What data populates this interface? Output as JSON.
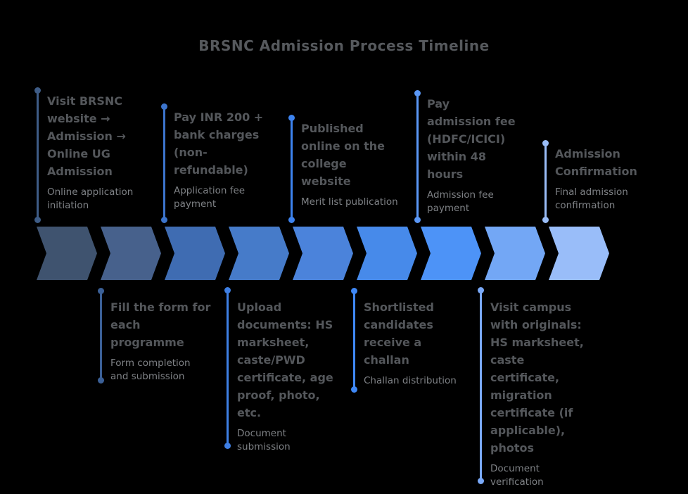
{
  "title": "BRSNC Admission Process Timeline",
  "colors": {
    "background": "#000000",
    "title_text": "#56595D",
    "milestone_title_text": "#54575B",
    "milestone_subtitle_text": "#7E8185"
  },
  "chevrons": [
    {
      "name": "step-1-arrow",
      "color": "#3F536F"
    },
    {
      "name": "step-2-arrow",
      "color": "#47618C"
    },
    {
      "name": "step-3-arrow",
      "color": "#3F6CB2"
    },
    {
      "name": "step-4-arrow",
      "color": "#467BC9"
    },
    {
      "name": "step-5-arrow",
      "color": "#4B83DB"
    },
    {
      "name": "step-6-arrow",
      "color": "#478AEA"
    },
    {
      "name": "step-7-arrow",
      "color": "#4D93F7"
    },
    {
      "name": "step-8-arrow",
      "color": "#73A7F5"
    },
    {
      "name": "step-9-arrow",
      "color": "#99BDF9"
    }
  ],
  "milestones": [
    {
      "step": 1,
      "side": "top",
      "title": "Visit BRSNC\nwebsite →\nAdmission →\nOnline UG\nAdmission",
      "subtitle": "Online application\ninitiation",
      "line_color": "#3E5C86"
    },
    {
      "step": 2,
      "side": "bottom",
      "title": "Fill the form for\neach\nprogramme",
      "subtitle": "Form completion\nand submission",
      "line_color": "#3B6097"
    },
    {
      "step": 3,
      "side": "top",
      "title": "Pay INR 200 +\nbank charges\n(non-\nrefundable)",
      "subtitle": "Application fee\npayment",
      "line_color": "#3C74CC"
    },
    {
      "step": 4,
      "side": "bottom",
      "title": "Upload\ndocuments: HS\nmarksheet,\ncaste/PWD\ncertificate, age\nproof, photo,\netc.",
      "subtitle": "Document\nsubmission",
      "line_color": "#3E7FE4"
    },
    {
      "step": 5,
      "side": "top",
      "title": "Published\nonline on the\ncollege\nwebsite",
      "subtitle": "Merit list publication",
      "line_color": "#3D83EF"
    },
    {
      "step": 6,
      "side": "bottom",
      "title": "Shortlisted\ncandidates\nreceive a\nchallan",
      "subtitle": "Challan distribution",
      "line_color": "#3F88F6"
    },
    {
      "step": 7,
      "side": "top",
      "title": "Pay\nadmission fee\n(HDFC/ICICI)\nwithin 48\nhours",
      "subtitle": "Admission fee\npayment",
      "line_color": "#5A97F6"
    },
    {
      "step": 8,
      "side": "bottom",
      "title": "Visit campus\nwith originals:\nHS marksheet,\ncaste\ncertificate,\nmigration\ncertificate (if\napplicable),\nphotos",
      "subtitle": "Document\nverification",
      "line_color": "#7AA9F8"
    },
    {
      "step": 9,
      "side": "top",
      "title": "Admission\nConfirmation",
      "subtitle": "Final admission\nconfirmation",
      "line_color": "#9ABDF8"
    }
  ]
}
